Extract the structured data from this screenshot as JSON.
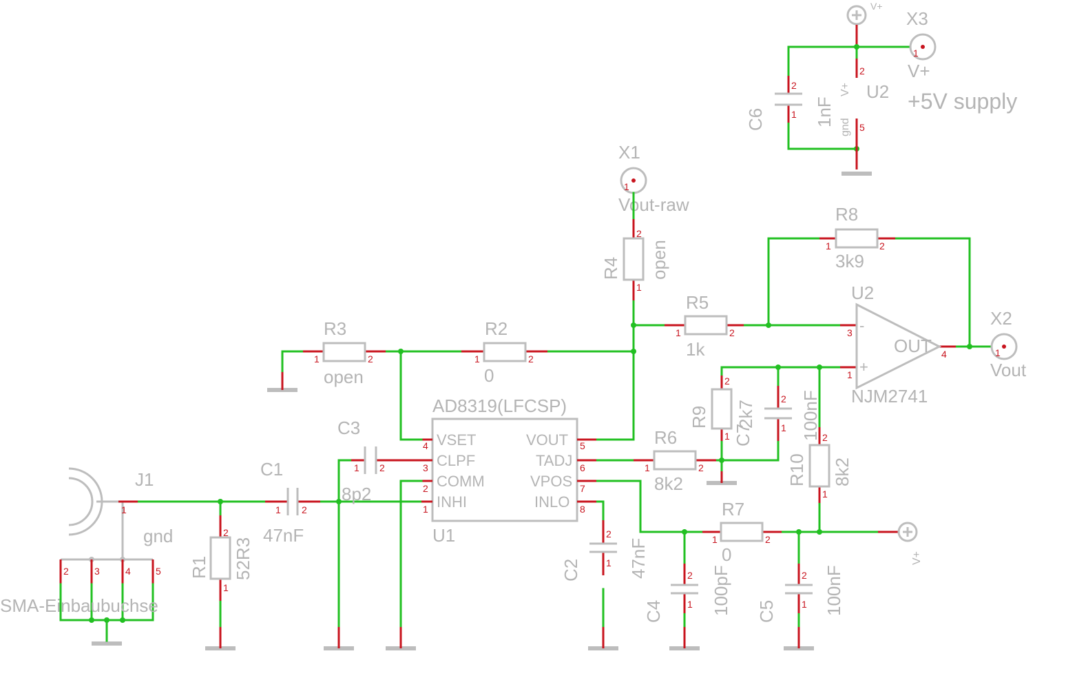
{
  "supply": {
    "title": "+5V supply"
  },
  "power_symbols": {
    "vplus": "V+"
  },
  "labels": {
    "X1_name": "X1",
    "X1_value": "Vout-raw",
    "X2_name": "X2",
    "X2_value": "Vout",
    "X3_name": "X3",
    "X3_value": "V+",
    "R1_name": "R1",
    "R1_value": "52R3",
    "R2_name": "R2",
    "R2_value": "0",
    "R3_name": "R3",
    "R3_value": "open",
    "R4_name": "R4",
    "R4_value": "open",
    "R5_name": "R5",
    "R5_value": "1k",
    "R6_name": "R6",
    "R6_value": "8k2",
    "R7_name": "R7",
    "R7_value": "0",
    "R8_name": "R8",
    "R8_value": "3k9",
    "R9_name": "R9",
    "R9_value": "2k7",
    "R10_name": "R10",
    "R10_value": "8k2",
    "C1_name": "C1",
    "C1_value": "47nF",
    "C2_name": "C2",
    "C2_value": "47nF",
    "C3_name": "C3",
    "C3_value": "8p2",
    "C4_name": "C4",
    "C4_value": "100pF",
    "C5_name": "C5",
    "C5_value": "100nF",
    "C6_name": "C6",
    "C6_value": "1nF",
    "C7_name": "C7",
    "C7_value": "100nF",
    "U1_name": "U1",
    "U1_value": "AD8319(LFCSP)",
    "U2_name": "U2",
    "U2_value": "NJM2741",
    "U2p_name": "U2",
    "J1_name": "J1",
    "J1_value": "SMA-Einbaubuchse",
    "gnd": "gnd"
  },
  "u1_pins": {
    "vset": "VSET",
    "clpf": "CLPF",
    "comm": "COMM",
    "inhi": "INHI",
    "vout": "VOUT",
    "tadj": "TADJ",
    "vpos": "VPOS",
    "inlo": "INLO"
  },
  "u2_pins": {
    "minus": "-",
    "plus": "+",
    "out": "OUT",
    "vplus": "V+",
    "gnd": "gnd"
  },
  "pin_numbers": {
    "p1": "1",
    "p2": "2",
    "p3": "3",
    "p4": "4",
    "p5": "5",
    "p6": "6",
    "p7": "7",
    "p8": "8"
  },
  "colors": {
    "wire": "#22c022",
    "pin": "#c8141e",
    "symbol": "#bdbdbd",
    "text": "#b4b4b4"
  }
}
